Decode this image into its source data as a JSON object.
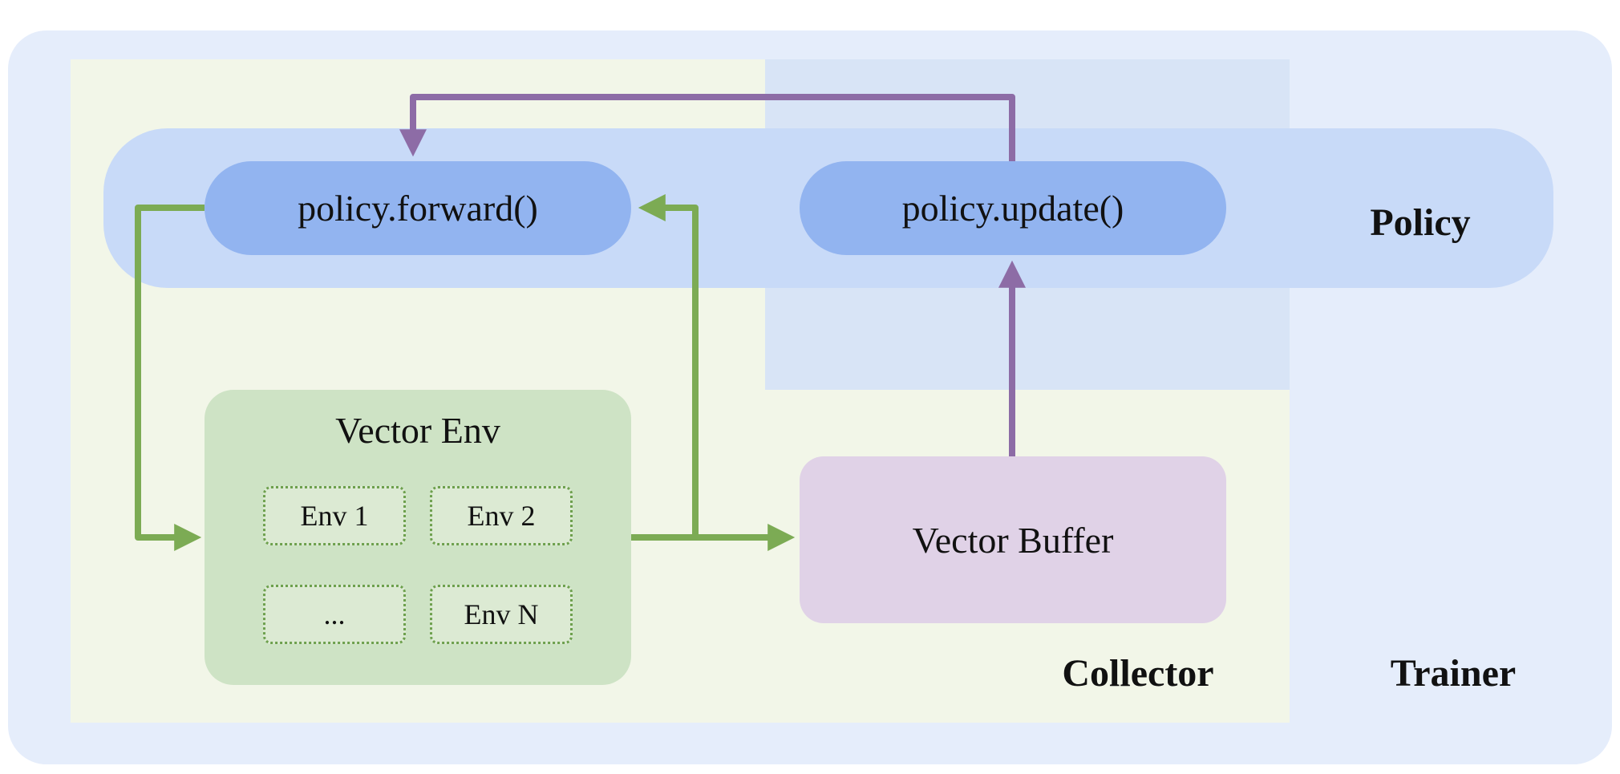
{
  "diagram": {
    "trainer_label": "Trainer",
    "collector_label": "Collector",
    "policy_label": "Policy",
    "nodes": {
      "policy_forward": "policy.forward()",
      "policy_update": "policy.update()",
      "vector_env_title": "Vector Env",
      "env_items": [
        "Env 1",
        "Env 2",
        "...",
        "Env N"
      ],
      "vector_buffer": "Vector Buffer"
    },
    "colors": {
      "trainer_bg": "#e5edfb",
      "collector_bg": "#f2f6e8",
      "policy_band_bg": "#c8daf8",
      "policy_column_bg": "#d8e4f6",
      "pill_bg": "#92b4f0",
      "vector_env_bg": "#cee3c5",
      "env_item_bg": "#dcead3",
      "env_item_border": "#6da04d",
      "vector_buffer_bg": "#e0d2e7",
      "arrow_green": "#7cab54",
      "arrow_purple": "#8d6ca6"
    }
  }
}
